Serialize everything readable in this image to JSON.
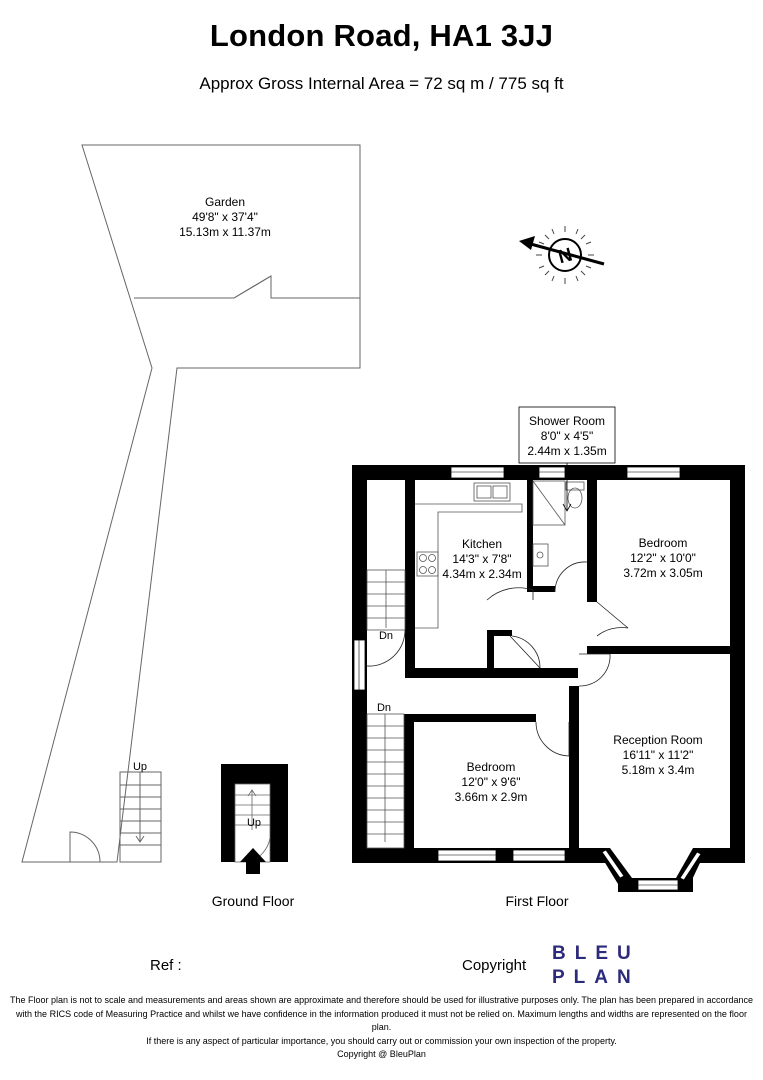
{
  "header": {
    "title": "London Road, HA1 3JJ",
    "subtitle": "Approx Gross Internal Area = 72 sq m / 775 sq ft"
  },
  "rooms": {
    "garden": {
      "name": "Garden",
      "imperial": "49'8\" x 37'4\"",
      "metric": "15.13m x 11.37m"
    },
    "shower": {
      "name": "Shower Room",
      "imperial": "8'0\" x 4'5\"",
      "metric": "2.44m x 1.35m"
    },
    "kitchen": {
      "name": "Kitchen",
      "imperial": "14'3\" x 7'8\"",
      "metric": "4.34m x 2.34m"
    },
    "bedroom1": {
      "name": "Bedroom",
      "imperial": "12'2\" x 10'0\"",
      "metric": "3.72m x 3.05m"
    },
    "reception": {
      "name": "Reception Room",
      "imperial": "16'11\" x 11'2\"",
      "metric": "5.18m x 3.4m"
    },
    "bedroom2": {
      "name": "Bedroom",
      "imperial": "12'0\" x 9'6\"",
      "metric": "3.66m x 2.9m"
    }
  },
  "stairs": {
    "up": "Up",
    "down": "Dn"
  },
  "compass": {
    "letter": "N"
  },
  "floors": {
    "ground": "Ground Floor",
    "first": "First Floor"
  },
  "footer": {
    "ref": "Ref :",
    "copyright": "Copyright",
    "logo_line1": "BLEU",
    "logo_line2": "PLAN",
    "disclaimer_1": "The Floor plan is not to scale and measurements and areas shown are approximate and therefore should be used for illustrative purposes only. The plan has been prepared in accordance",
    "disclaimer_2": "with the RICS code of Measuring Practice and whilst we have confidence in the information produced it must not be relied on. Maximum lengths and widths are represented on the floor plan.",
    "disclaimer_3": "If there is any aspect of particular importance, you should carry out or commission your own inspection of the property.",
    "disclaimer_4": "Copyright @ BleuPlan"
  },
  "colors": {
    "wall": "#000000",
    "logo": "#2c2a7a",
    "line": "#555555"
  }
}
